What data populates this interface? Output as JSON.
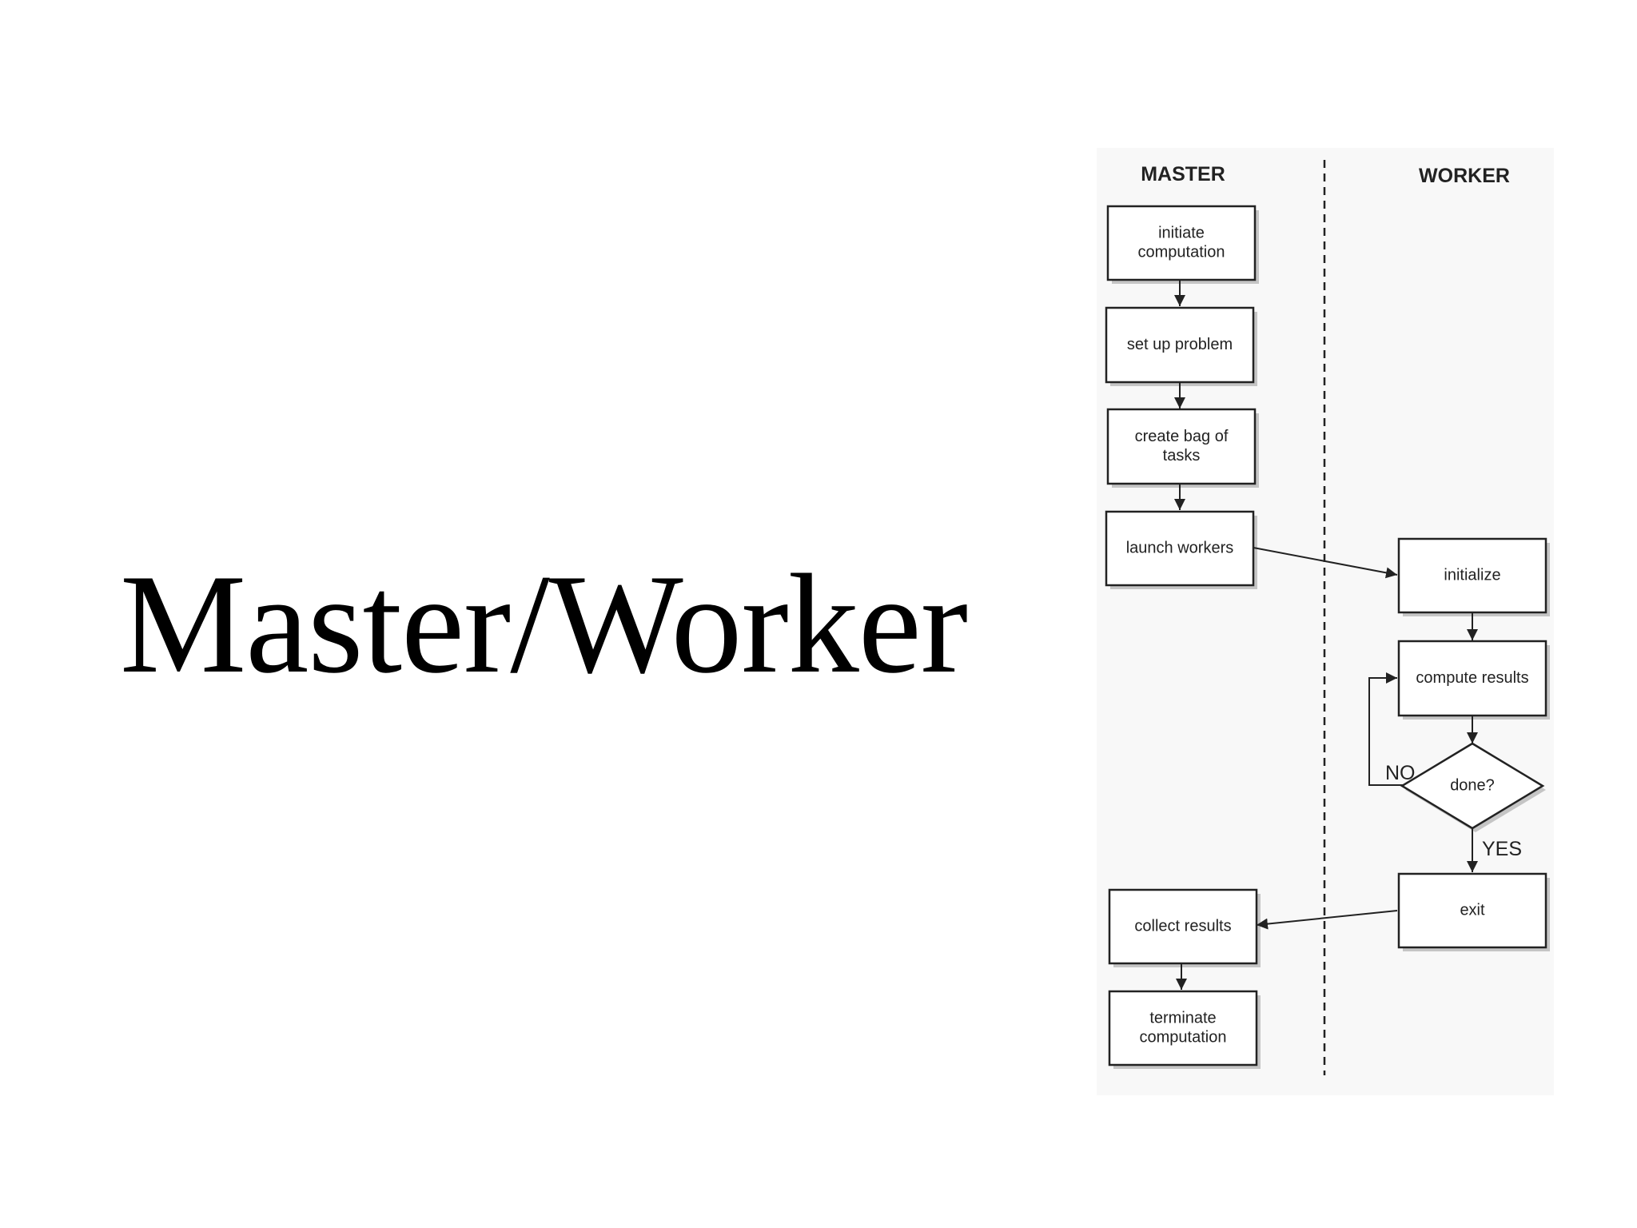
{
  "slide": {
    "title": "Master/Worker"
  },
  "diagram": {
    "lanes": {
      "master": "MASTER",
      "worker": "WORKER"
    },
    "nodes": {
      "initiate": [
        "initiate",
        "computation"
      ],
      "setup": [
        "set up problem"
      ],
      "bag": [
        "create bag of",
        "tasks"
      ],
      "launch": [
        "launch workers"
      ],
      "collect": [
        "collect results"
      ],
      "terminate": [
        "terminate",
        "computation"
      ],
      "initialize": [
        "initialize"
      ],
      "compute": [
        "compute results"
      ],
      "done": [
        "done?"
      ],
      "exit": [
        "exit"
      ]
    },
    "edge_labels": {
      "no": "NO",
      "yes": "YES"
    },
    "colors": {
      "background": "#ffffff",
      "panel": "#f8f8f8",
      "stroke": "#222222"
    }
  }
}
